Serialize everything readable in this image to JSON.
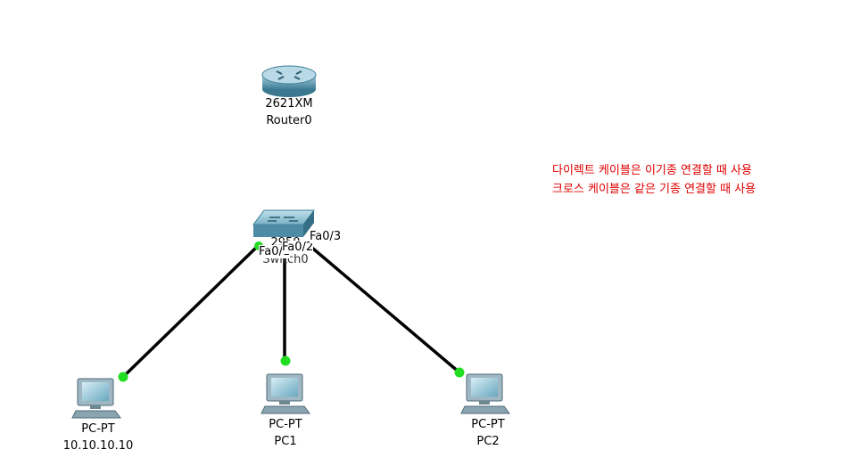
{
  "router": {
    "model": "2621XM",
    "name": "Router0",
    "icon": "router-icon"
  },
  "switch": {
    "model": "2950",
    "name": "Switch0",
    "icon": "switch-icon",
    "ports": [
      "Fa0/1",
      "Fa0/2",
      "Fa0/3"
    ]
  },
  "pcs": [
    {
      "model": "PC-PT",
      "name": "10.10.10.10",
      "icon": "pc-icon"
    },
    {
      "model": "PC-PT",
      "name": "PC1",
      "icon": "pc-icon"
    },
    {
      "model": "PC-PT",
      "name": "PC2",
      "icon": "pc-icon"
    }
  ],
  "notes": [
    "다이렉트 케이블은 이기종 연결할 때 사용",
    "크로스 케이블은 같은 기종 연결할 때 사용"
  ],
  "colors": {
    "link": "#000000",
    "link_up": "#22dd22",
    "note": "#e00000",
    "device": "#5b9bb5"
  }
}
